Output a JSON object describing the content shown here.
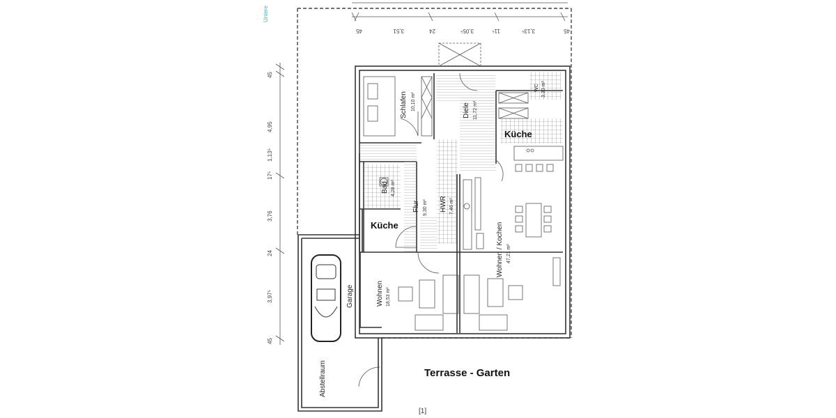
{
  "plan": {
    "corner_note": "Untere",
    "rooms": [
      {
        "name": "Schlafen",
        "area": "10,10 m²"
      },
      {
        "name": "Diele",
        "area": "11,72 m²"
      },
      {
        "name": "WC",
        "area": "3,30 m²"
      },
      {
        "name": "Bad",
        "area": "4,28 m²"
      },
      {
        "name": "Flur",
        "area": "9,30 m²"
      },
      {
        "name": "HWR",
        "area": "7,46 m²"
      },
      {
        "name": "Wohnen / Kochen",
        "area": "47,21 m²"
      },
      {
        "name": "Wohnen",
        "area": "18,53 m²"
      },
      {
        "name": "Garage",
        "area": ""
      },
      {
        "name": "Abstellraum",
        "area": ""
      }
    ],
    "annotations": {
      "kitchen_upper": "Küche",
      "kitchen_lower": "Küche",
      "terrace": "Terrasse - Garten"
    },
    "dimensions_top": [
      "45",
      "3,51",
      "24",
      "3,05⁵",
      "11⁵",
      "3,13⁵",
      "45"
    ],
    "dimensions_left": [
      "45",
      "4,95",
      "1,13⁵",
      "17⁵",
      "3,76",
      "24",
      "3,97⁵",
      "45"
    ],
    "page_mark": "[1]"
  }
}
